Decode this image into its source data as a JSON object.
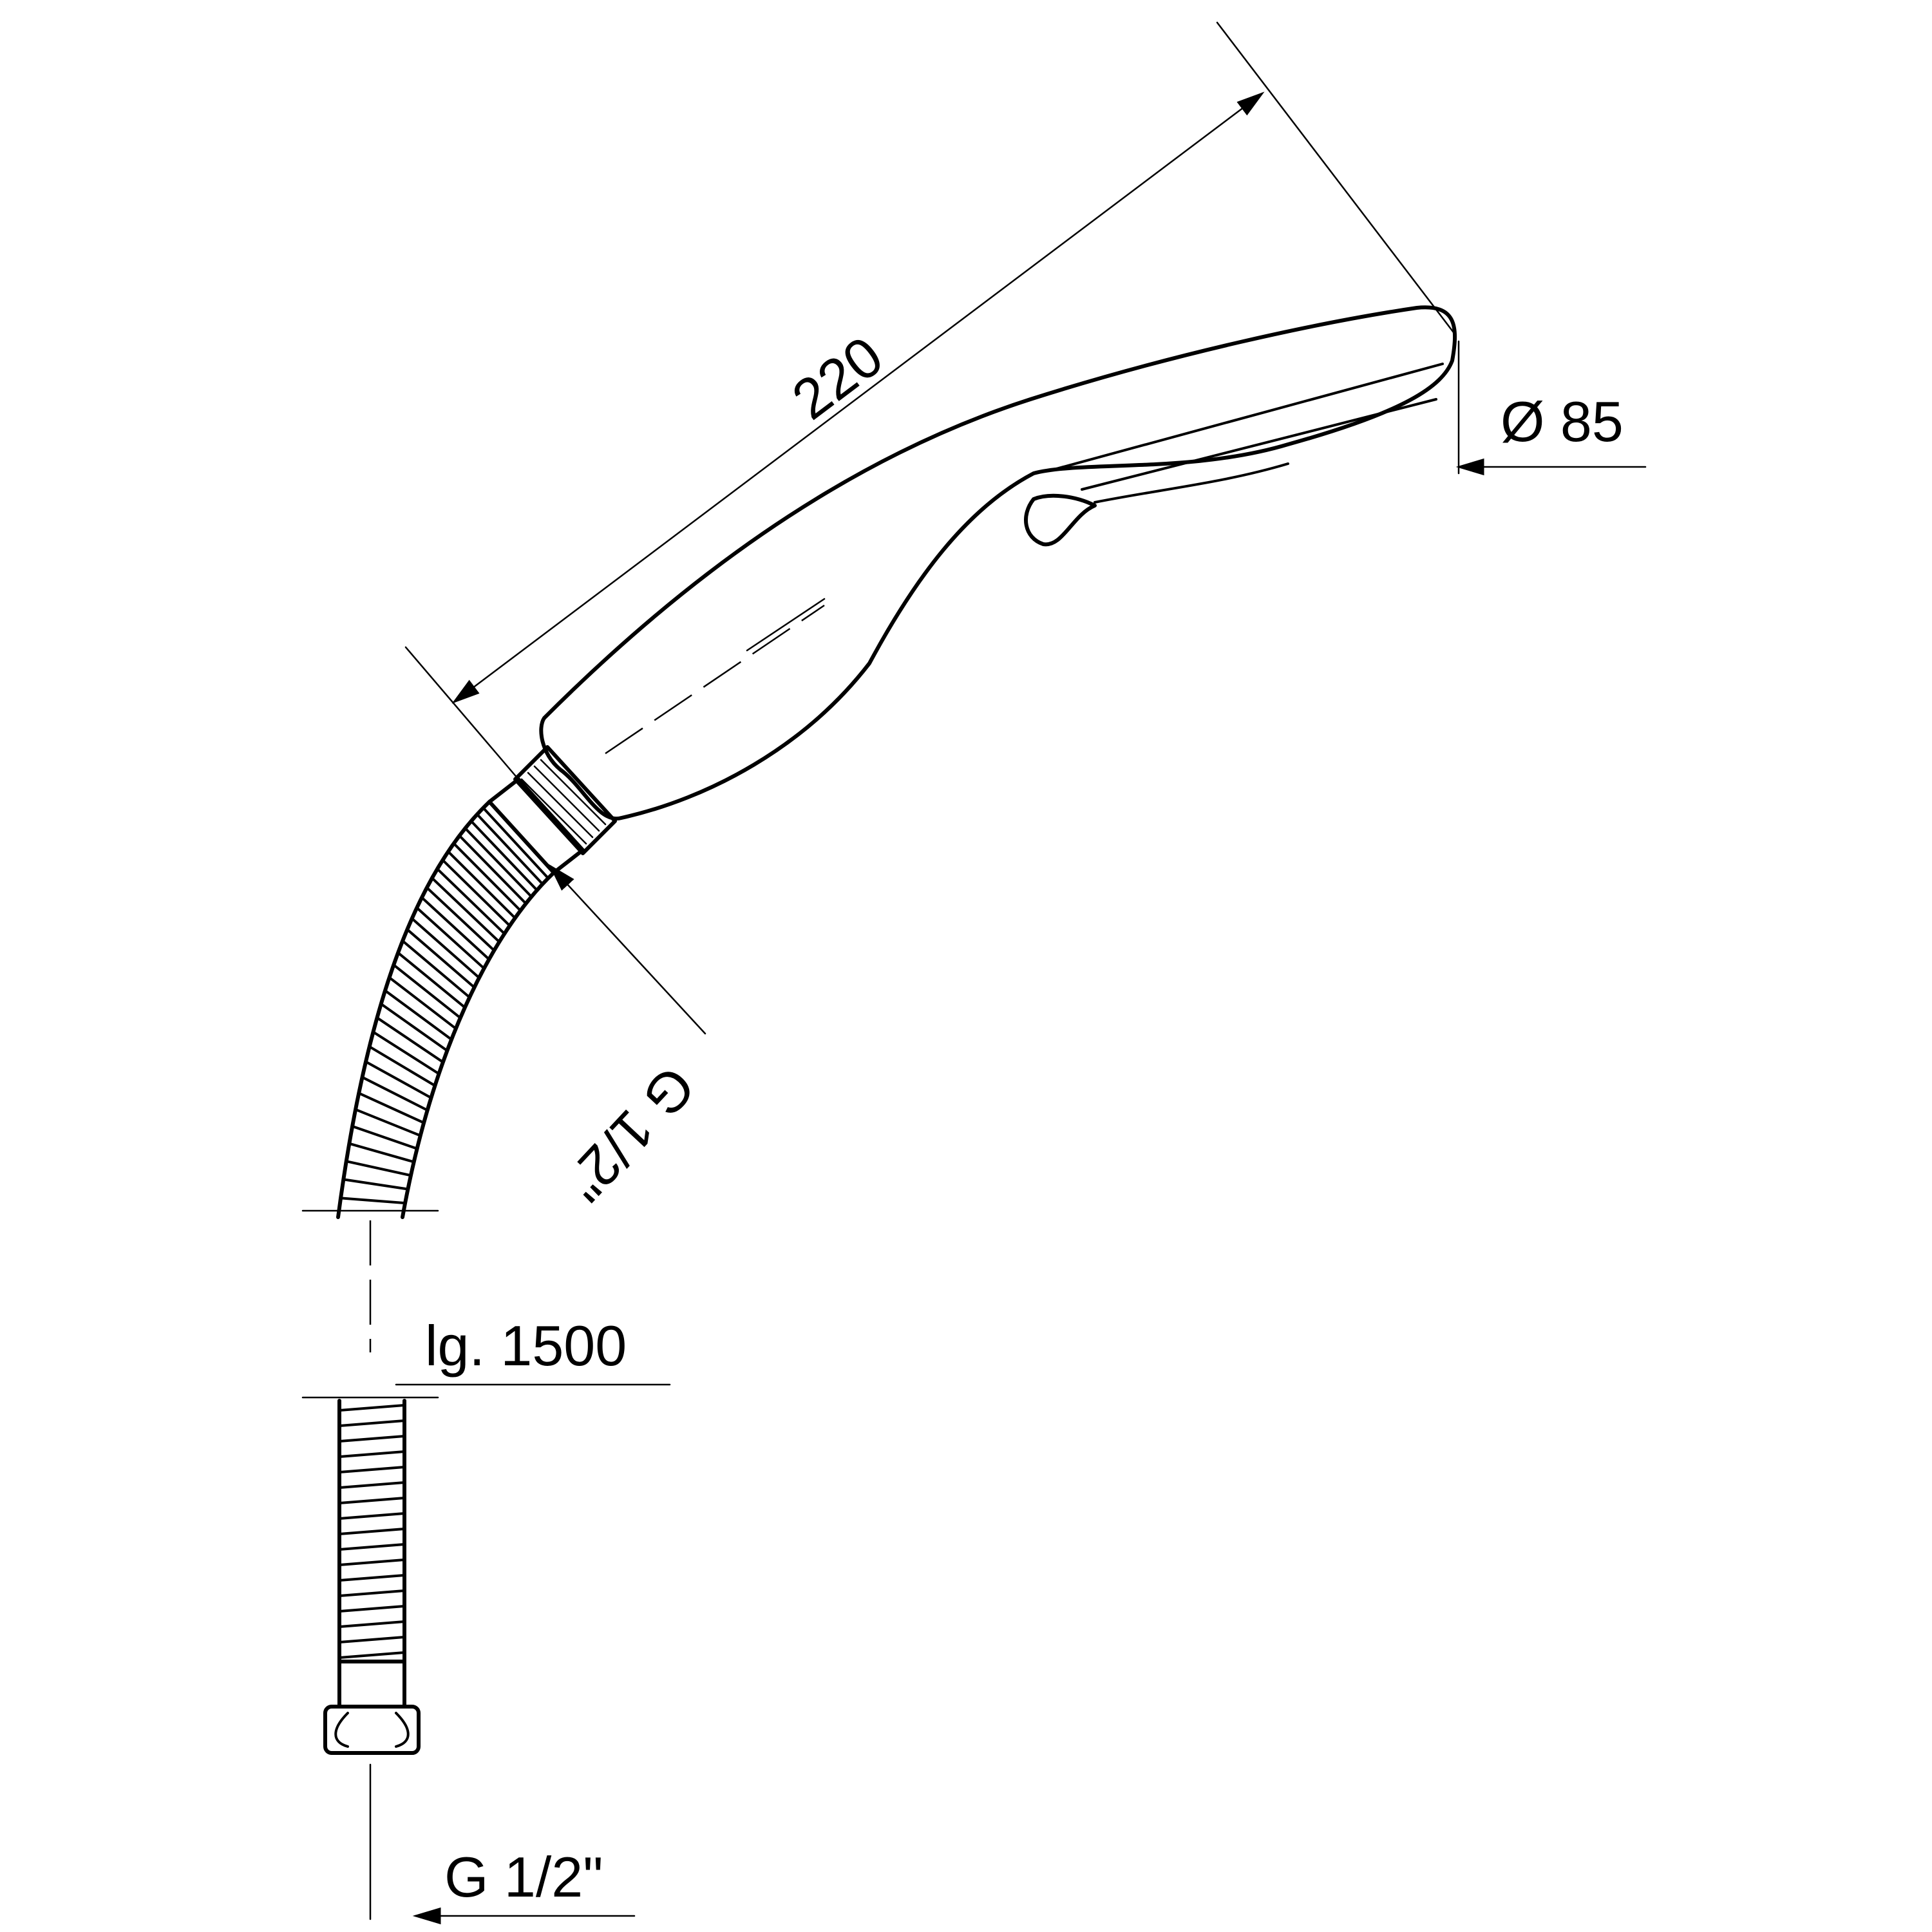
{
  "dimensions": {
    "handle_length": "220",
    "head_diameter": "Ø 85",
    "shower_connection": "G 1/2\"",
    "hose_length": "lg. 1500",
    "hose_connection": "G 1/2\""
  }
}
